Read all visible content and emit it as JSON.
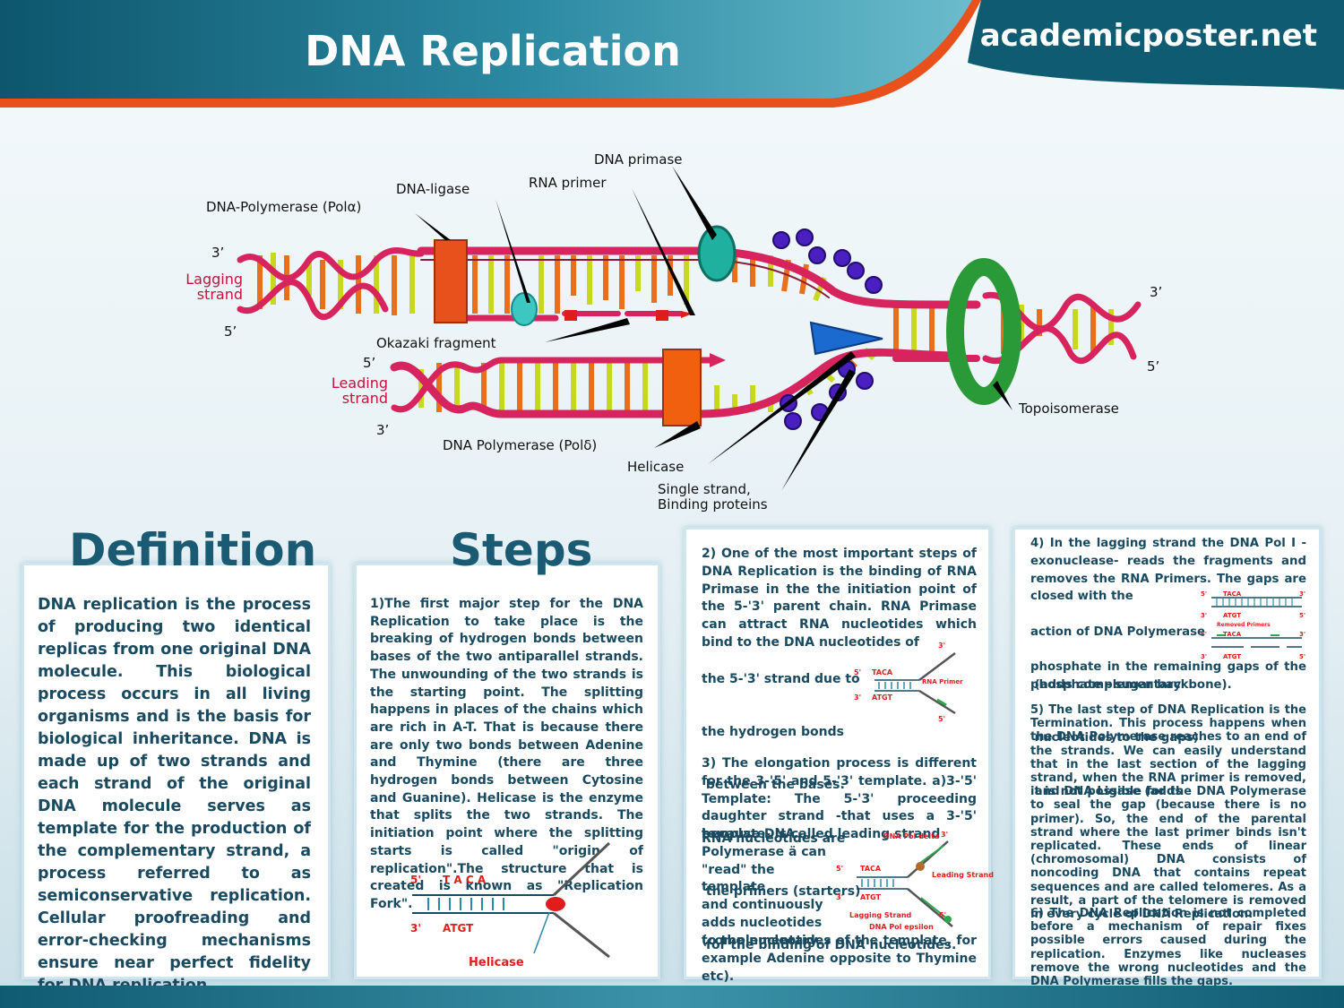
{
  "header": {
    "title": "DNA Replication",
    "site": "academicposter.net"
  },
  "diagram": {
    "labels": {
      "dna_primase": "DNA primase",
      "rna_primer": "RNA primer",
      "dna_ligase": "DNA-ligase",
      "pol_alpha": "DNA-Polymerase (Polα)",
      "okazaki": "Okazaki fragment",
      "lagging_strand": "Lagging strand",
      "leading_strand": "Leading strand",
      "pol_delta": "DNA Polymerase (Polδ)",
      "helicase": "Helicase",
      "ssb": "Single strand, Binding proteins",
      "topoisomerase": "Topoisomerase",
      "three_prime": "3’",
      "five_prime": "5’"
    }
  },
  "definition": {
    "heading": "Definition",
    "text": "DNA replication is the process of producing two identical replicas from one original DNA molecule. This biological process occurs in all living organisms and is the basis for biological inheritance. DNA is made up of two strands and each strand of the original DNA molecule serves as template for the production of the complementary strand, a process referred to as semiconservative replication. Cellular proofreading and error-checking mechanisms ensure near perfect fidelity for DNA replication."
  },
  "steps": {
    "heading": "Steps",
    "step1": "1)The first major step for the DNA Replication to take place is the breaking of hydrogen bonds between bases of the two antiparallel strands. The unwounding of the two strands is the starting point. The splitting happens in places of the chains which are rich in A-T. That is because there are only two bonds between Adenine and Thymine (there are three hydrogen bonds between Cytosine and Guanine). Helicase is the enzyme that splits the two strands. The initiation point where the splitting starts is called \"origin of replication\".The structure that is created is known as \"Replication Fork\".",
    "step2_a": "2) One of the most important steps of DNA Replication is the binding of RNA Primase in the the initiation point of the 5-'3' parent chain. RNA Primase can attract RNA nucleotides which bind to the DNA nucleotides of",
    "step2_b": [
      "the 5-'3' strand due to",
      "the hydrogen bonds",
      " between the bases.",
      "RNA nucleotides are",
      " the primers (starters)",
      " for the binding of DNA nucleotides."
    ],
    "step3_a": "3) The elongation process is different for the 3-'5' and 5-'3' template. a)3-'5' Template: The 5-'3' proceeding daughter strand -that uses a 3-'5' template- is called leading strand",
    "step3_b": [
      "because DNA",
      "Polymerase ä can",
      "\"read\" the template",
      "and continuously",
      "adds nucleotides",
      "(complementary"
    ],
    "step3_c": "to the nucleotides of the template, for example Adenine opposite to Thymine etc).",
    "step4_a": "4) In the lagging strand the DNA Pol I -exonuclease- reads the fragments and removes the RNA Primers. The gaps are closed with the",
    "step4_b": [
      "action of DNA Polymerase",
      " (adds complementary",
      " nucleotides to the gaps)",
      " and DNA Ligase (adds"
    ],
    "step4_c": "phosphate in the remaining gaps of the phosphate - sugar backbone).",
    "step5": "5) The last step of DNA Replication is the Termination. This process happens when the DNA Polymerase reaches to an end of the strands. We can easily understand that in the last section of the lagging strand, when the RNA primer is removed, it is not possible for the DNA Polymerase to seal the gap (because there is no primer). So, the end of the parental strand where the last primer binds isn't replicated. These ends of linear (chromosomal) DNA consists of noncoding DNA that contains repeat sequences and are called telomeres. As a result, a part of the telomere is removed in every cycle of DNA Replication.",
    "step6": "6) The DNA Replication is not completed before a mechanism of repair fixes possible errors caused during the replication. Enzymes like nucleases remove the wrong nucleotides and the DNA Polymerase fills the gaps."
  },
  "mini1": {
    "five": "5'",
    "three": "3'",
    "taca": "T A C A",
    "atgt": "ATGT",
    "label": "Helicase"
  },
  "mini2": {
    "five": "5'",
    "three": "3'",
    "taca": "TACA",
    "atgt": "ATGT",
    "label": "RNA Primer"
  },
  "mini3": {
    "five": "5'",
    "three": "3'",
    "taca": "TACA",
    "atgt": "ATGT",
    "pol_delta": "DNA Pol delta",
    "leading": "Leading Strand",
    "lagging": "Lagging Strand",
    "pol_epsilon": "DNA Pol epsilon"
  },
  "mini4": {
    "five": "5'",
    "three": "3'",
    "taca": "TACA",
    "atgt": "ATGT",
    "removed": "Removed Primers"
  },
  "colors": {
    "header_teal": "#0f5b72",
    "accent_orange": "#e8501c",
    "strand_red": "#d8245e",
    "heading_blue": "#1a5a72"
  }
}
